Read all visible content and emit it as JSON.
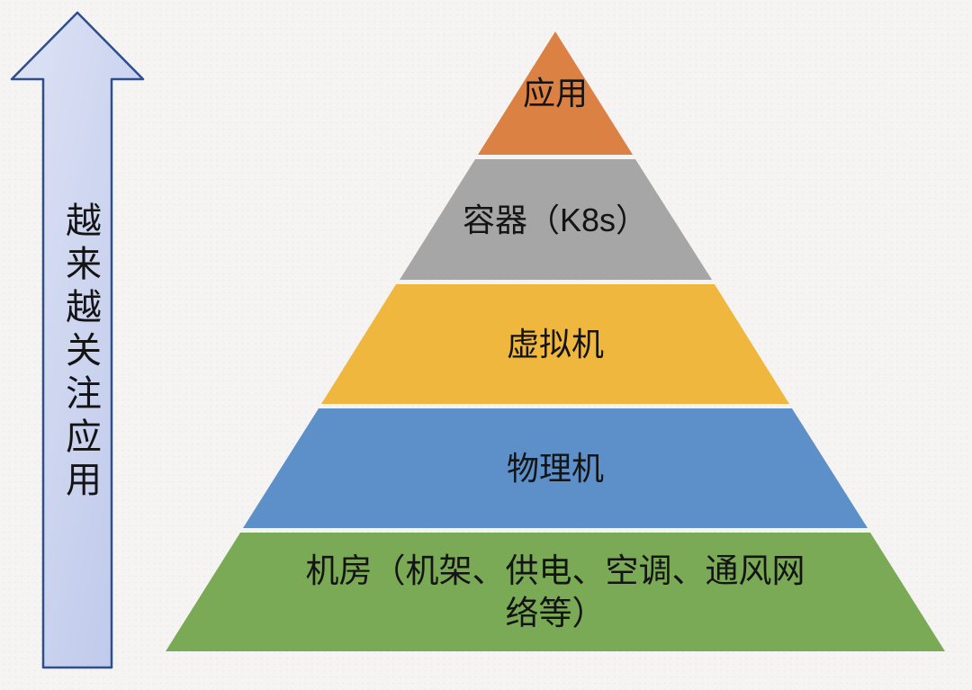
{
  "background_color": "#f5f4f2",
  "arrow": {
    "text": "越来越关注应用",
    "direction": "up",
    "fill_start": "#dee3f5",
    "fill_end": "#bcc7ea",
    "border_color": "#2f4e8c"
  },
  "pyramid": {
    "text_color": "#141414",
    "levels": [
      {
        "label": "应用",
        "lines": [
          "应用"
        ],
        "color": "#dc8144"
      },
      {
        "label": "容器（K8s）",
        "lines": [
          "容器（K8s）"
        ],
        "color": "#a6a6a6"
      },
      {
        "label": "虚拟机",
        "lines": [
          "虚拟机"
        ],
        "color": "#efb73e"
      },
      {
        "label": "物理机",
        "lines": [
          "物理机"
        ],
        "color": "#5d90c9"
      },
      {
        "label": "机房（机架、供电、空调、通风网络等）",
        "lines": [
          "机房（机架、供电、空调、通风网",
          "络等）"
        ],
        "color": "#7aaa55"
      }
    ]
  }
}
